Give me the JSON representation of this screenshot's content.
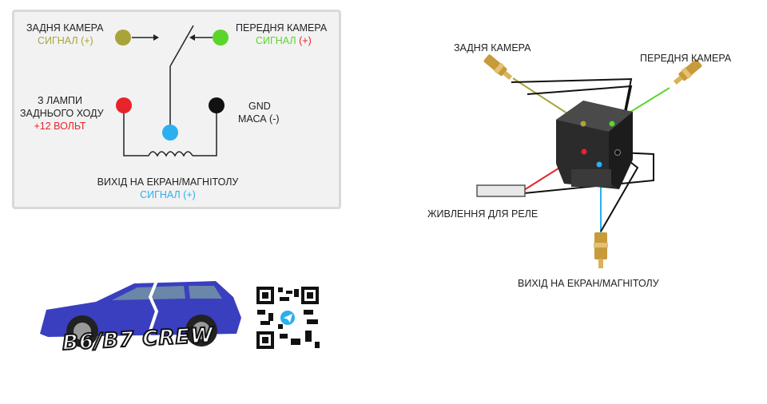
{
  "schematic": {
    "rear_camera": "ЗАДНЯ КАМЕРА",
    "rear_signal": "СИГНАЛ (+)",
    "front_camera": "ПЕРЕДНЯ КАМЕРА",
    "front_signal_word": "СИГНАЛ",
    "front_signal_plus": "(+)",
    "lamp_line1": "З ЛАМПИ",
    "lamp_line2": "ЗАДНЬОГО ХОДУ",
    "lamp_voltage": "+12 ВОЛЬТ",
    "gnd": "GND",
    "mass": "МАСА (-)",
    "output": "ВИХІД НА ЕКРАН/МАГНІТОЛУ",
    "output_signal": "СИГНАЛ (+)"
  },
  "wiring": {
    "rear_camera": "ЗАДНЯ КАМЕРА",
    "front_camera": "ПЕРЕДНЯ КАМЕРА",
    "relay_power": "ЖИВЛЕННЯ ДЛЯ РЕЛЕ",
    "output": "ВИХІД НА ЕКРАН/МАГНІТОЛУ"
  },
  "logo": {
    "text": "B6/B7 CREW"
  },
  "colors": {
    "olive": "#a9a43a",
    "green": "#5ad62a",
    "red": "#e8242a",
    "blue": "#2ab0ee",
    "black": "#111111",
    "car_blue": "#3a3fc0"
  },
  "icons": [
    "rca-plug-icon",
    "relay-icon",
    "coil-icon",
    "car-icon",
    "qr-code-icon",
    "telegram-icon"
  ]
}
